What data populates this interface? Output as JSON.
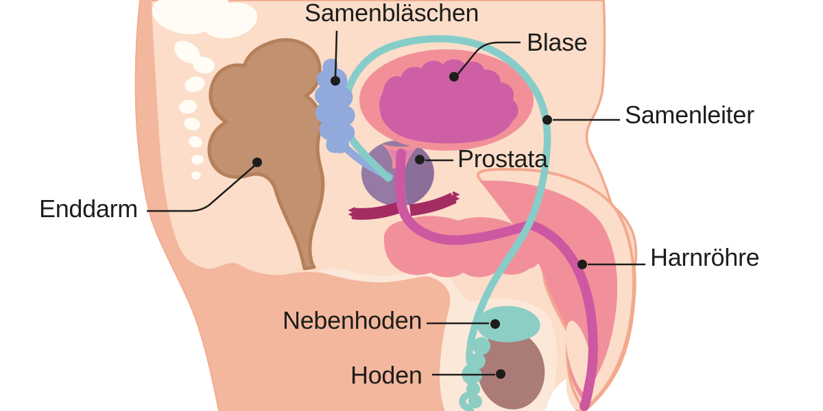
{
  "figure_type": "anatomical-diagram",
  "palette": {
    "background": "#ffffff",
    "skin": "#FBDDC9",
    "skin_dark": "#F3B79D",
    "skin_edge": "#F2A98D",
    "skin_cream": "#FBE8D9",
    "bone": "#FFFCF6",
    "rectum": "#C29170",
    "rectum_edge": "#B5805A",
    "vesicle_blue": "#92A9DB",
    "vas_teal": "#86CDC9",
    "epididymis_teal": "#8CCDC4",
    "bladder_outer": "#F2909A",
    "bladder_inner": "#CE5FA5",
    "prostate": "#957AA3",
    "prostate_shade": "#8B6E9A",
    "urethra": "#CD58A2",
    "funnel_pink": "#DE7FB8",
    "pelvic_muscle": "#A52C63",
    "testis": "#AB7B78",
    "penis_corpus": "#F1909A",
    "label_text": "#1D1D1B"
  },
  "labels": [
    {
      "id": "samenblaeschen",
      "text": "Samenbläschen"
    },
    {
      "id": "blase",
      "text": "Blase"
    },
    {
      "id": "samenleiter",
      "text": "Samenleiter"
    },
    {
      "id": "prostata",
      "text": "Prostata"
    },
    {
      "id": "enddarm",
      "text": "Enddarm"
    },
    {
      "id": "harnroehre",
      "text": "Harnröhre"
    },
    {
      "id": "nebenhoden",
      "text": "Nebenhoden"
    },
    {
      "id": "hoden",
      "text": "Hoden"
    }
  ]
}
